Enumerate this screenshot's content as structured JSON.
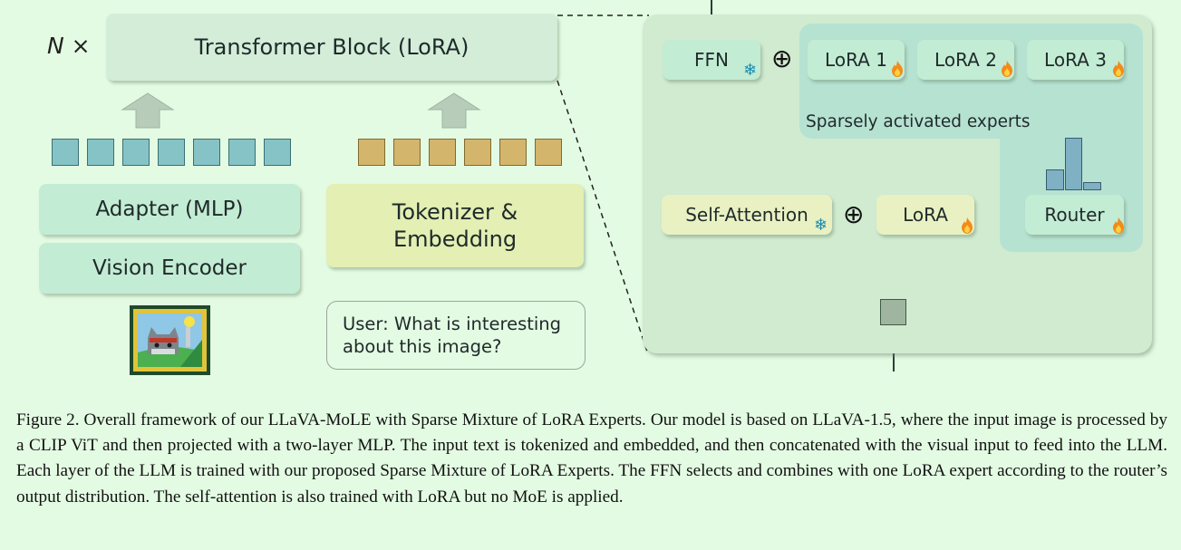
{
  "left": {
    "multiplier": "N ×",
    "transformer_block": "Transformer Block (LoRA)",
    "adapter": "Adapter (MLP)",
    "vision_encoder": "Vision Encoder",
    "tokenizer_line1": "Tokenizer &",
    "tokenizer_line2": "Embedding",
    "user_line1": "User: What is interesting",
    "user_line2": "about this image?",
    "visual_token_count": 7,
    "text_token_count": 6
  },
  "right": {
    "ffn": "FFN",
    "lora1": "LoRA 1",
    "lora2": "LoRA 2",
    "lora3": "LoRA 3",
    "experts_label": "Sparsely activated experts",
    "self_attention": "Self-Attention",
    "lora": "LoRA",
    "router": "Router",
    "plus_symbol": "⊕",
    "router_distribution": [
      0.3,
      0.75,
      0.12
    ]
  },
  "caption": "Figure 2. Overall framework of our LLaVA-MoLE with Sparse Mixture of LoRA Experts. Our model is based on LLaVA-1.5, where the input image is processed by a CLIP ViT and then projected with a two-layer MLP. The input text is tokenized and embedded, and then concatenated with the visual input to feed into the LLM. Each layer of the LLM is trained with our proposed Sparse Mixture of LoRA Experts. The FFN selects and combines with one LoRA expert according to the router’s output distribution. The self-attention is also trained with LoRA but no MoE is applied.",
  "colors": {
    "background": "#e3fbe3",
    "mint_box": "#c3ecd4",
    "visual_token": "#85c3c6",
    "text_token": "#d4b56c",
    "router_bar": "#7fb0c4"
  }
}
